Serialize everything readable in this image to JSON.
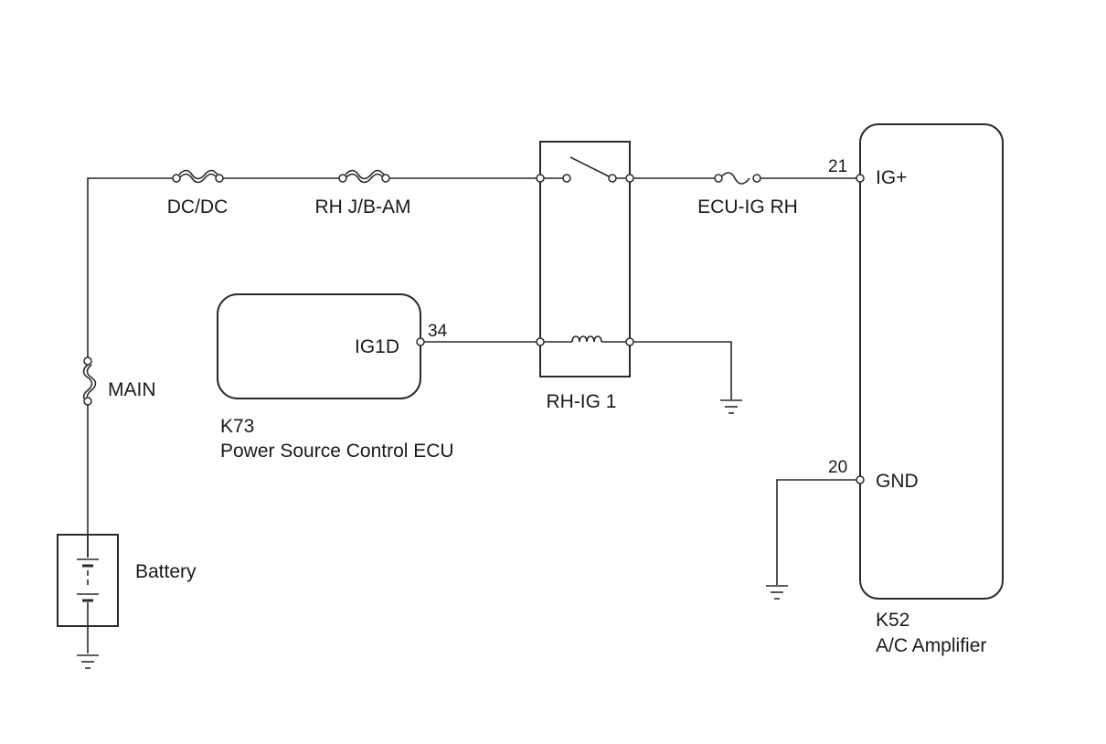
{
  "fuses": {
    "dc_dc": "DC/DC",
    "rh_jb_am": "RH J/B-AM",
    "ecu_ig_rh": "ECU-IG RH",
    "main": "MAIN"
  },
  "relay": {
    "name": "RH-IG 1"
  },
  "battery": {
    "label": "Battery"
  },
  "power_ecu": {
    "code": "K73",
    "name": "Power Source Control ECU",
    "terminal": "IG1D",
    "pin": "34"
  },
  "ac_amplifier": {
    "code": "K52",
    "name": "A/C Amplifier",
    "terminals": [
      {
        "pin": "21",
        "name": "IG+"
      },
      {
        "pin": "20",
        "name": "GND"
      }
    ]
  }
}
